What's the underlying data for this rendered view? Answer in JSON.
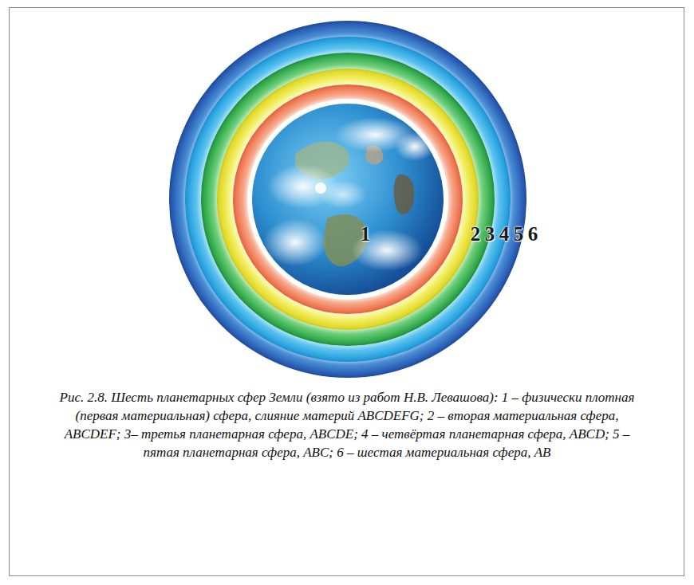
{
  "diagram": {
    "caption": "Рис. 2.8. Шесть планетарных сфер Земли (взято из работ Н.В. Левашова): 1 – физически плотная (первая материальная) сфера, слияние материй ABCDEFG; 2 – вторая материальная сфера, ABCDEF; 3– третья планетарная сфера, ABCDE; 4 – четвёртая планетарная сфера, ABCD; 5 – пятая планетарная сфера, ABC; 6 – шестая материальная сфера, AB",
    "nodes": [
      {
        "text": [
          "6"
        ]
      },
      {
        "text": [
          "5"
        ],
        "in": 0
      },
      {
        "text": [
          "4"
        ],
        "in": 1
      },
      {
        "text": [
          "3"
        ],
        "in": 2
      },
      {
        "text": [
          "2"
        ],
        "in": 3
      },
      {
        "text": [
          "1"
        ],
        "in": 4
      }
    ]
  }
}
